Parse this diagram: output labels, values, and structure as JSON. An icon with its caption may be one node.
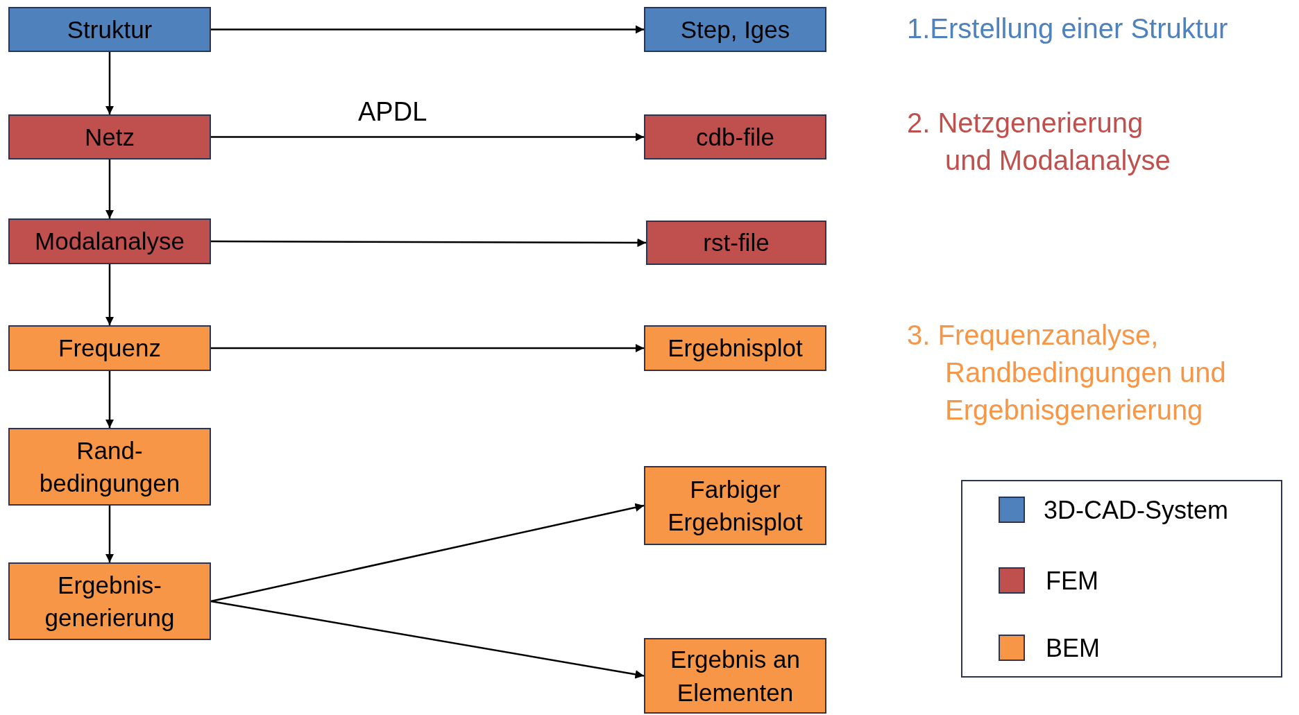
{
  "diagram": {
    "nodes": [
      {
        "text": [
          "Struktur"
        ]
      },
      {
        "text": [
          "Step, Iges"
        ]
      },
      {
        "text": [
          "Netz"
        ]
      },
      {
        "text": [
          "cdb-file"
        ]
      },
      {
        "text": [
          "Modalanalyse"
        ]
      },
      {
        "text": [
          "rst-file"
        ]
      },
      {
        "text": [
          "Frequenz"
        ]
      },
      {
        "text": [
          "Ergebnisplot"
        ]
      },
      {
        "text": [
          "Rand- bedingungen"
        ]
      },
      {
        "text": [
          "Farbiger Ergebnisplot"
        ]
      },
      {
        "text": [
          "Ergebnis- generierung"
        ]
      },
      {
        "text": [
          "Ergebnis an Elementen"
        ]
      }
    ],
    "edges": [
      {
        "from": 0,
        "to": 1,
        "arrow": "to"
      },
      {
        "from": 0,
        "to": 2,
        "arrow": "to"
      },
      {
        "from": 2,
        "to": 3,
        "arrow": "to",
        "label": "APDL"
      },
      {
        "from": 2,
        "to": 4,
        "arrow": "to"
      },
      {
        "from": 4,
        "to": 5,
        "arrow": "to"
      },
      {
        "from": 4,
        "to": 6,
        "arrow": "to"
      },
      {
        "from": 6,
        "to": 7,
        "arrow": "to"
      },
      {
        "from": 6,
        "to": 8,
        "arrow": "to"
      },
      {
        "from": 8,
        "to": 10,
        "arrow": "to"
      },
      {
        "from": 10,
        "to": 9,
        "arrow": "to"
      },
      {
        "from": 10,
        "to": 11,
        "arrow": "to"
      }
    ],
    "labels": [
      "1.Erstellung einer Struktur",
      "2. Netzgenerierung und Modalanalyse",
      "3. Frequenzanalyse, Randbedingungen und Ergebnisgenerierung"
    ],
    "legend": [
      {
        "text": "3D-CAD-System",
        "color": "#4f81bd"
      },
      {
        "text": "FEM",
        "color": "#c0504d"
      },
      {
        "text": "BEM",
        "color": "#f79646"
      }
    ]
  }
}
